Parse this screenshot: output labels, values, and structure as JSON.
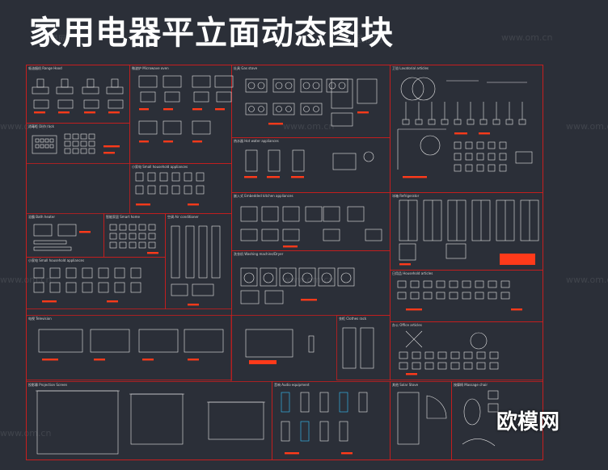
{
  "title": "家用电器平立面动态图块",
  "watermark": {
    "brand": "欧模网",
    "site": "www.om.cn"
  },
  "sections": [
    {
      "id": "range-hood",
      "label": "吸油烟机 Range Hood"
    },
    {
      "id": "dish-rack",
      "label": "消毒柜 Dish rack"
    },
    {
      "id": "gas-stove",
      "label": "灶具 Gas stove"
    },
    {
      "id": "sanitary",
      "label": "卫浴 Lavatorial articles"
    },
    {
      "id": "microwave",
      "label": "微波炉 Microwave oven"
    },
    {
      "id": "small-appliances",
      "label": "小家电 Small household appliances"
    },
    {
      "id": "water-heater",
      "label": "热水器 Hot water appliances"
    },
    {
      "id": "embedded",
      "label": "嵌入式 Embedded kitchen appliances"
    },
    {
      "id": "refrigerator",
      "label": "冰箱 Refrigerator"
    },
    {
      "id": "bath-heater",
      "label": "浴霸 Bath heater"
    },
    {
      "id": "smart-home",
      "label": "智能家居 Smart home"
    },
    {
      "id": "air-conditioner",
      "label": "空调 Air conditioner"
    },
    {
      "id": "small-appliances-2",
      "label": "小家电 Small household appliances"
    },
    {
      "id": "washer-dryer",
      "label": "洗衣机 Washing machine/Dryer"
    },
    {
      "id": "household",
      "label": "日用品 Household articles"
    },
    {
      "id": "television",
      "label": "电视 Television"
    },
    {
      "id": "clothes-rack",
      "label": "衣柜 Clothes rack"
    },
    {
      "id": "office",
      "label": "办公 Office articles"
    },
    {
      "id": "projection",
      "label": "投影幕 Projection Screen"
    },
    {
      "id": "audio",
      "label": "音响 Audio equipment"
    },
    {
      "id": "solar-stove",
      "label": "其他 Solar Stove"
    },
    {
      "id": "massage",
      "label": "按摩椅 Massage chair"
    }
  ],
  "colors": {
    "background": "#2b2f38",
    "frame": "#c81e1e",
    "line": "#e6e6e6",
    "accent": "#ff3a1a",
    "cyan": "#36c7ff"
  }
}
